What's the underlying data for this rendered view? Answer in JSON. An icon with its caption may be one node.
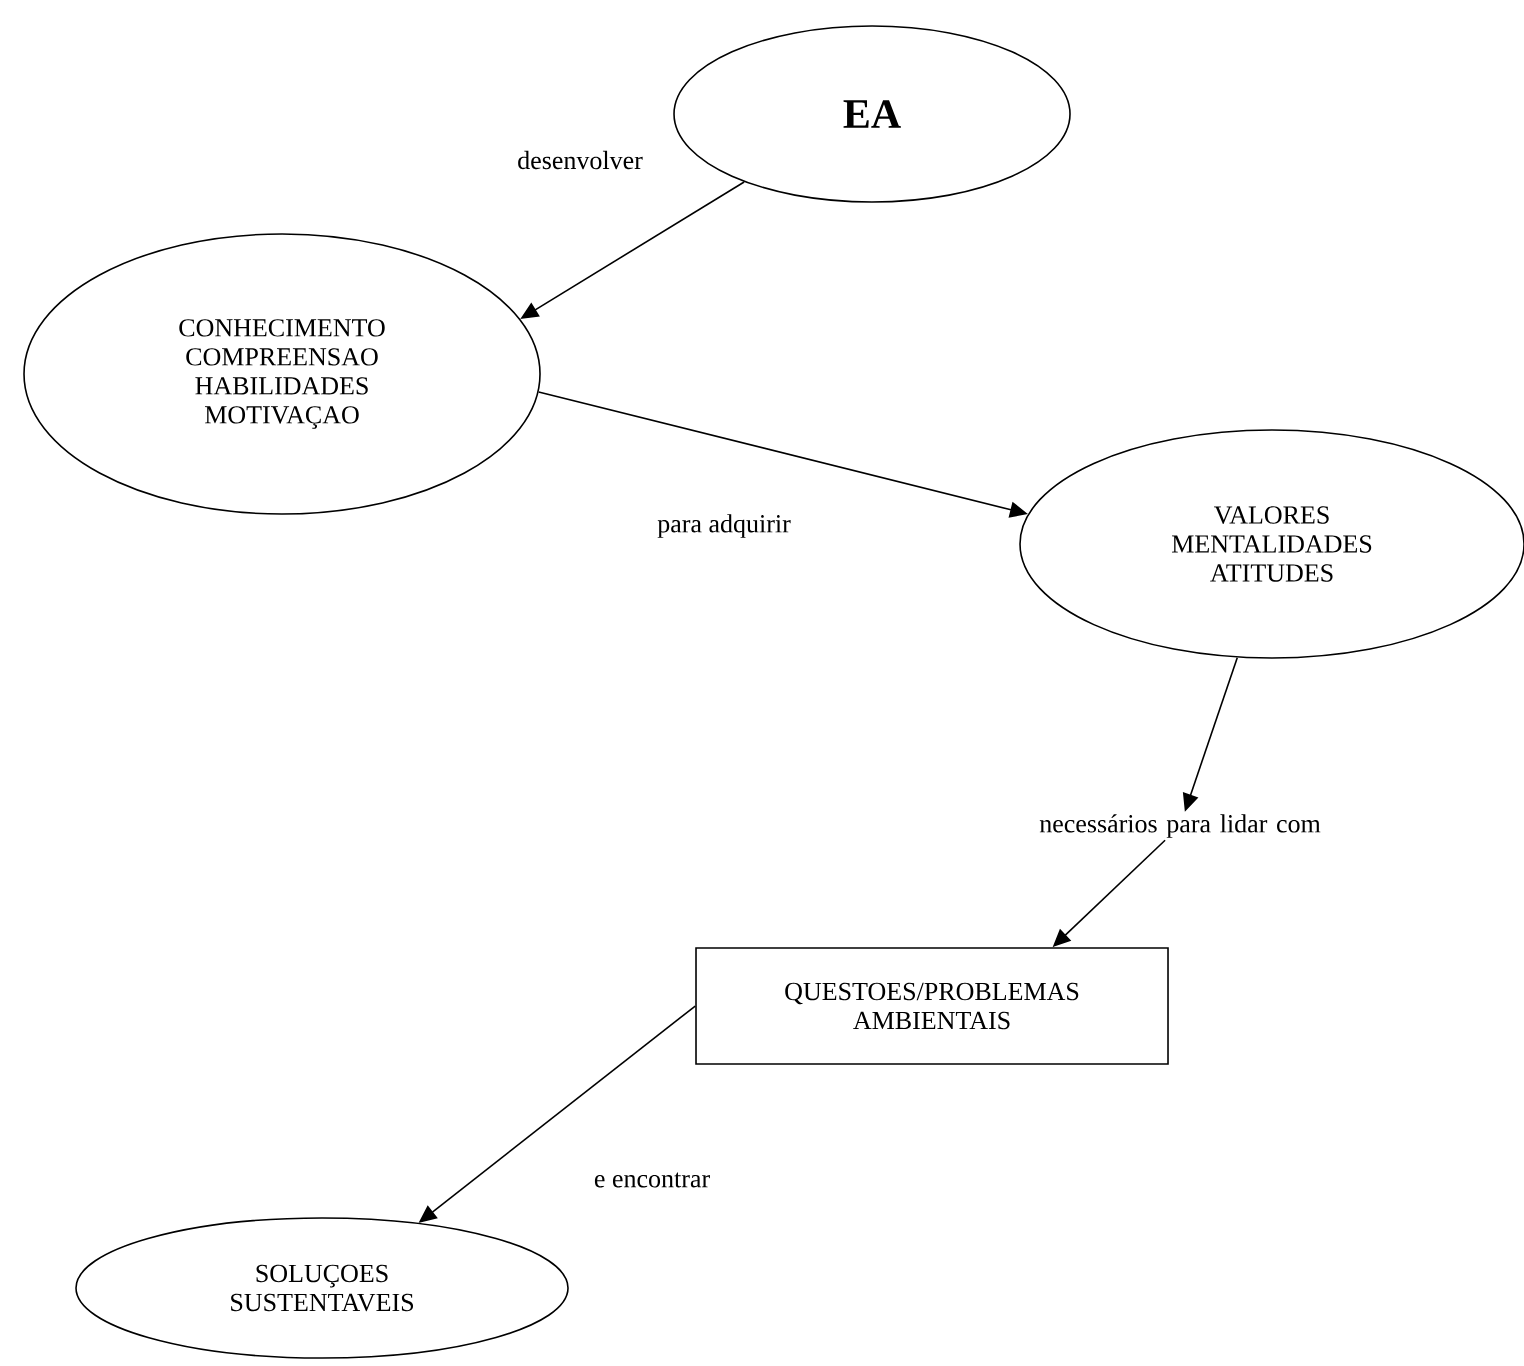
{
  "diagram": {
    "nodes": [
      {
        "text": [
          "EA"
        ]
      },
      {
        "text": [
          "CONHECIMENTO COMPREENSAO HABILIDADES MOTIVAÇAO"
        ]
      },
      {
        "text": [
          "VALORES MENTALIDADES ATITUDES"
        ]
      },
      {
        "text": [
          "necessários para lidar com"
        ]
      },
      {
        "text": [
          "QUESTOES/PROBLEMAS AMBIENTAIS"
        ]
      },
      {
        "text": [
          "SOLUÇOES SUSTENTAVEIS"
        ]
      }
    ],
    "edges": [
      {
        "from": 0,
        "to": 1,
        "arrow": "to",
        "label": "desenvolver"
      },
      {
        "from": 1,
        "to": 2,
        "arrow": "to",
        "label": "para adquirir"
      },
      {
        "from": 2,
        "to": 3,
        "arrow": "to"
      },
      {
        "from": 3,
        "to": 4,
        "arrow": "to"
      },
      {
        "from": 4,
        "to": 5,
        "arrow": "to",
        "label": "e encontrar"
      }
    ]
  }
}
